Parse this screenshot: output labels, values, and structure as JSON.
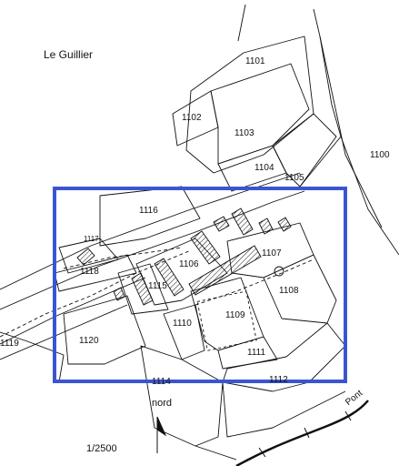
{
  "locality": "Le Guillier",
  "parcels": {
    "p1101": "1101",
    "p1102": "1102",
    "p1103": "1103",
    "p1104": "1104",
    "p1105": "1105",
    "p1100": "1100",
    "p1116": "1116",
    "p1117": "1117",
    "p1118": "1118",
    "p1106": "1106",
    "p1107": "1107",
    "p1108": "1108",
    "p1115": "1115",
    "p1109": "1109",
    "p1110": "1110",
    "p1111": "1111",
    "p1119": "1119",
    "p1120": "1120",
    "p1114": "1114",
    "p1112": "1112"
  },
  "north_label": "nord",
  "scale": "1/2500",
  "road_label": "Pont",
  "colors": {
    "frame": "#3b55d1",
    "ink": "#111111",
    "background": "#ffffff"
  }
}
